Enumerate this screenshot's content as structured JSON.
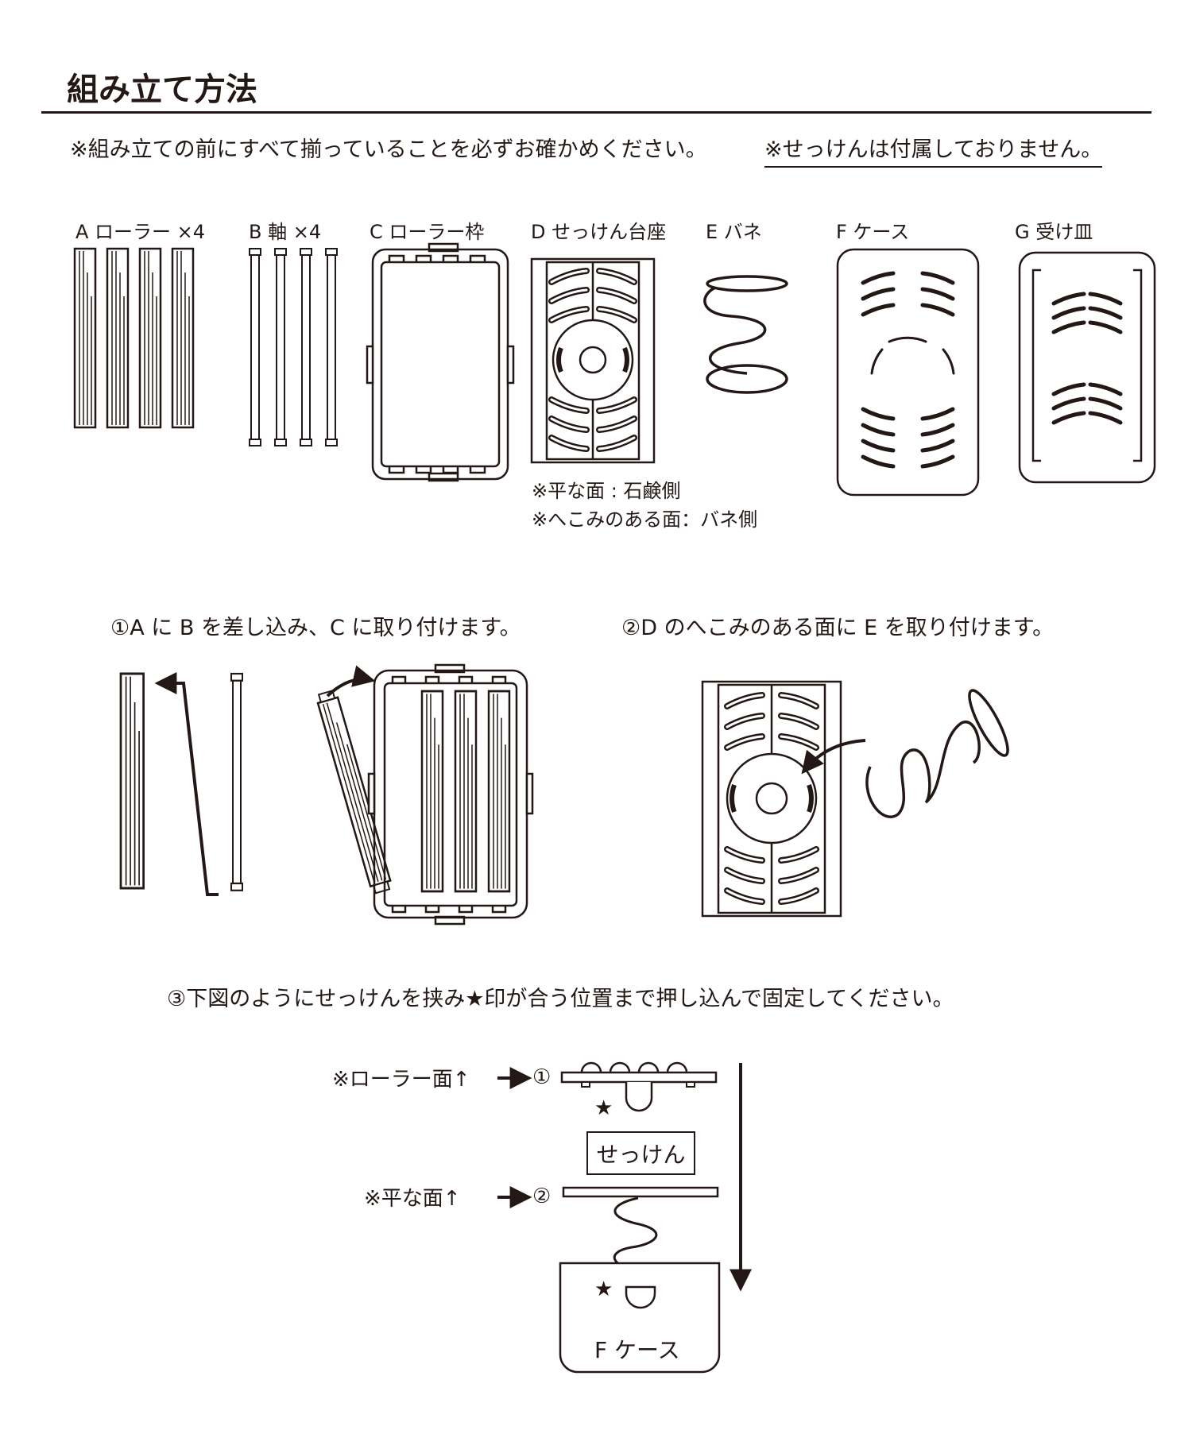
{
  "title": "組み立て方法",
  "notes": {
    "check_all": "※組み立ての前にすべて揃っていることを必ずお確かめください。",
    "soap_not_included": "※せっけんは付属しておりません。"
  },
  "parts": [
    {
      "letter": "A",
      "label": "A ローラー ×4"
    },
    {
      "letter": "B",
      "label": "B 軸 ×4"
    },
    {
      "letter": "C",
      "label": "C ローラー枠"
    },
    {
      "letter": "D",
      "label": "D せっけん台座"
    },
    {
      "letter": "E",
      "label": "E バネ"
    },
    {
      "letter": "F",
      "label": "F ケース"
    },
    {
      "letter": "G",
      "label": "G 受け皿"
    }
  ],
  "base_notes": {
    "flat_side": "※平な面 : 石鹸側",
    "recess_side": "※へこみのある面：バネ側"
  },
  "steps": {
    "step1": "①A に B を差し込み、C に取り付けます。",
    "step2": "②D のへこみのある面に E を取り付けます。",
    "step3": "③下図のようにせっけんを挟み★印が合う位置まで押し込んで固定してください。"
  },
  "assembly": {
    "roller_side_label": "※ローラー面↑",
    "flat_side_label": "※平な面↑",
    "marker_1": "①",
    "marker_2": "②",
    "star": "★",
    "soap_label": "せっけん",
    "case_label": "F ケース"
  },
  "colors": {
    "ink": "#231815",
    "background": "#ffffff"
  }
}
